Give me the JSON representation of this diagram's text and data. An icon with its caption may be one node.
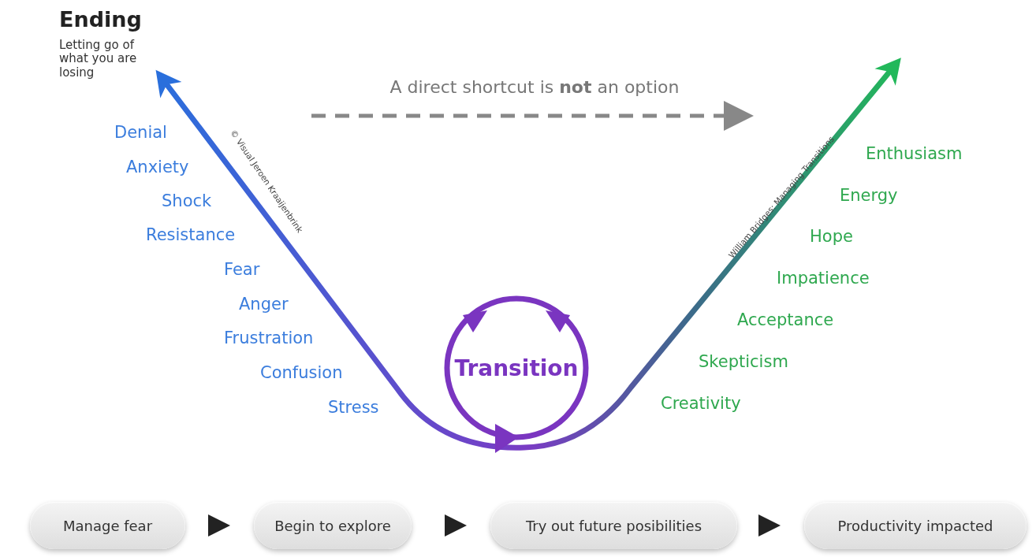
{
  "diagram": {
    "nodes": [
      {
        "text": [
          "Transition"
        ]
      },
      {
        "text": [
          "Manage fear"
        ]
      },
      {
        "text": [
          "Begin to explore"
        ]
      },
      {
        "text": [
          "Try out future posibilities"
        ]
      },
      {
        "text": [
          "Productivity impacted"
        ]
      }
    ],
    "edges": [
      {
        "from": 1,
        "to": 2,
        "arrow": "to"
      },
      {
        "from": 2,
        "to": 3,
        "arrow": "to"
      },
      {
        "from": 3,
        "to": 4,
        "arrow": "to"
      }
    ],
    "labels": [
      "Ending",
      "Letting go of what you are losing",
      "A direct shortcut is **not** an option",
      "© Visual Jeroen Kraaijenbrink",
      "Denial",
      "Anxiety",
      "Shock",
      "Resistance",
      "Fear",
      "Anger",
      "Frustration",
      "Confusion",
      "Stress",
      "William Bridges: Managing Transitions",
      "Enthusiasm",
      "Energy",
      "Hope",
      "Impatience",
      "Acceptance",
      "Skepticism",
      "Creativity"
    ]
  }
}
